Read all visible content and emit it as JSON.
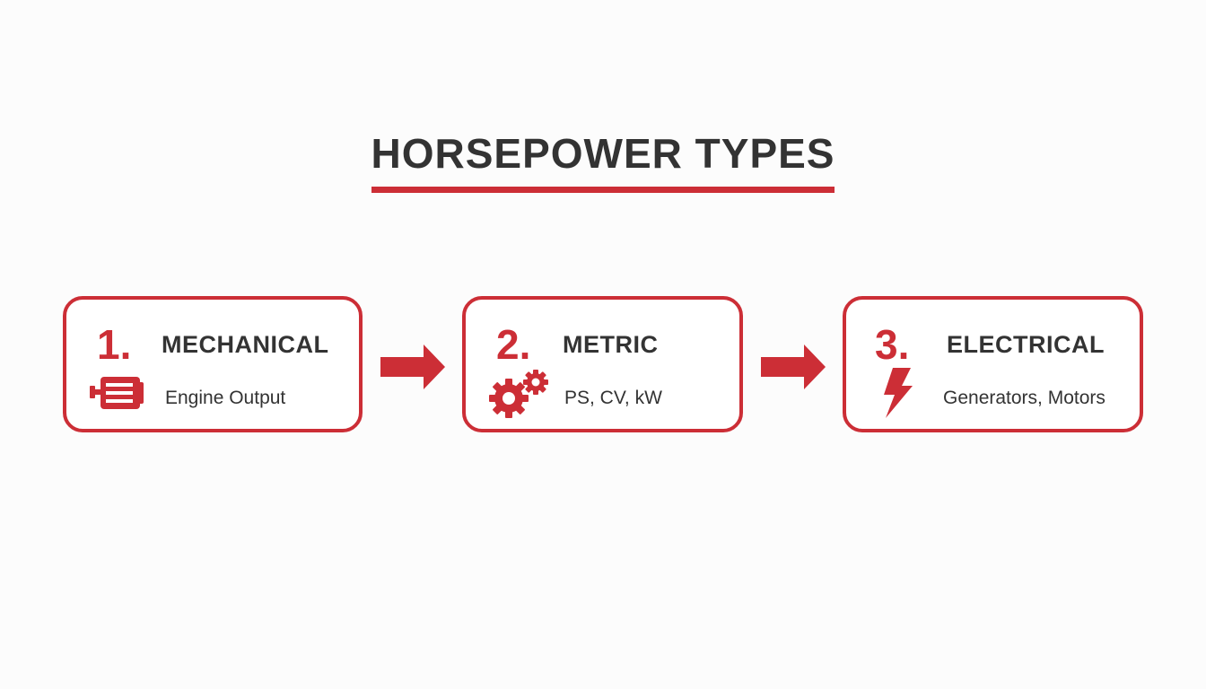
{
  "title": "HORSEPOWER TYPES",
  "colors": {
    "accent": "#cc2e36",
    "text": "#333333",
    "background": "#fcfcfc"
  },
  "steps": [
    {
      "number": "1.",
      "heading": "MECHANICAL",
      "description": "Engine Output",
      "icon": "motor-icon"
    },
    {
      "number": "2.",
      "heading": "METRIC",
      "description": "PS, CV, kW",
      "icon": "gears-icon"
    },
    {
      "number": "3.",
      "heading": "ELECTRICAL",
      "description": "Generators, Motors",
      "icon": "lightning-icon"
    }
  ]
}
